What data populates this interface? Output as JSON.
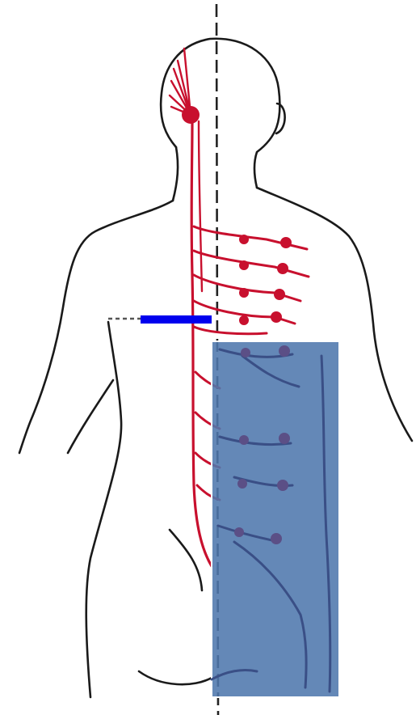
{
  "diagram": {
    "colors": {
      "background": "#ffffff",
      "outline": "#1a1a1a",
      "nerve": "#c8102e",
      "midline": "#222222",
      "overlay": "#4f78ad",
      "overlay_opacity": 0.85,
      "overlay_border": "#ffffff",
      "marker": "#0000ee"
    },
    "elements": [
      "body-outline",
      "midline-dashed",
      "nerve-trunk",
      "nerve-branches",
      "blue-overlay-rectangle",
      "blue-marker-bar"
    ]
  }
}
